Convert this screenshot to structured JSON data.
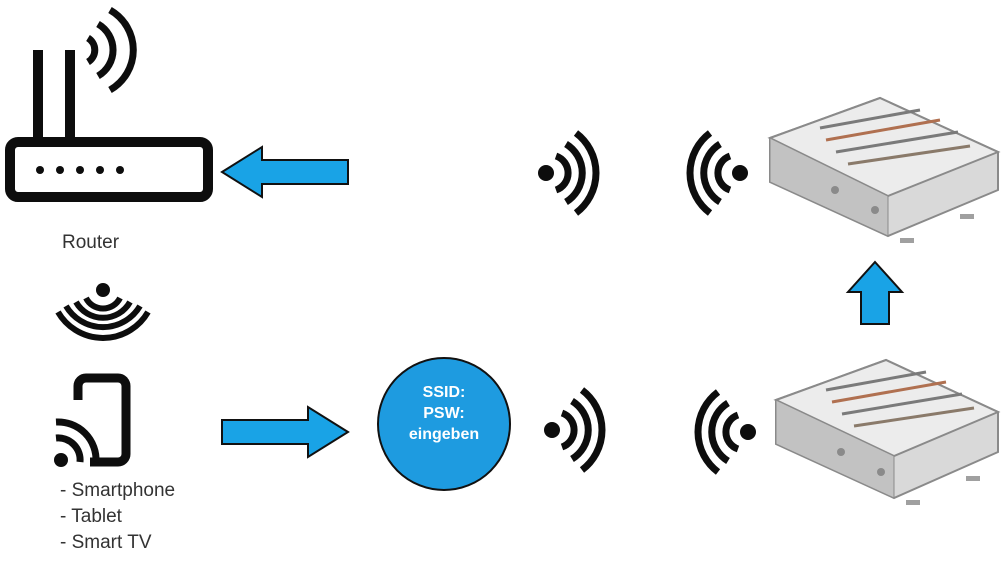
{
  "router": {
    "label": "Router",
    "icon": "router-icon"
  },
  "devices": {
    "icon": "cast-device-icon",
    "items": [
      "- Smartphone",
      "- Tablet",
      "- Smart TV"
    ]
  },
  "credentials_bubble": {
    "lines": [
      "SSID:",
      "PSW:",
      "eingeben"
    ],
    "color": "#1e9be0"
  },
  "colors": {
    "arrow_fill": "#19a3e6",
    "arrow_stroke": "#111111",
    "icon": "#0d0d0d",
    "box_metal": "#c8c8c8"
  }
}
